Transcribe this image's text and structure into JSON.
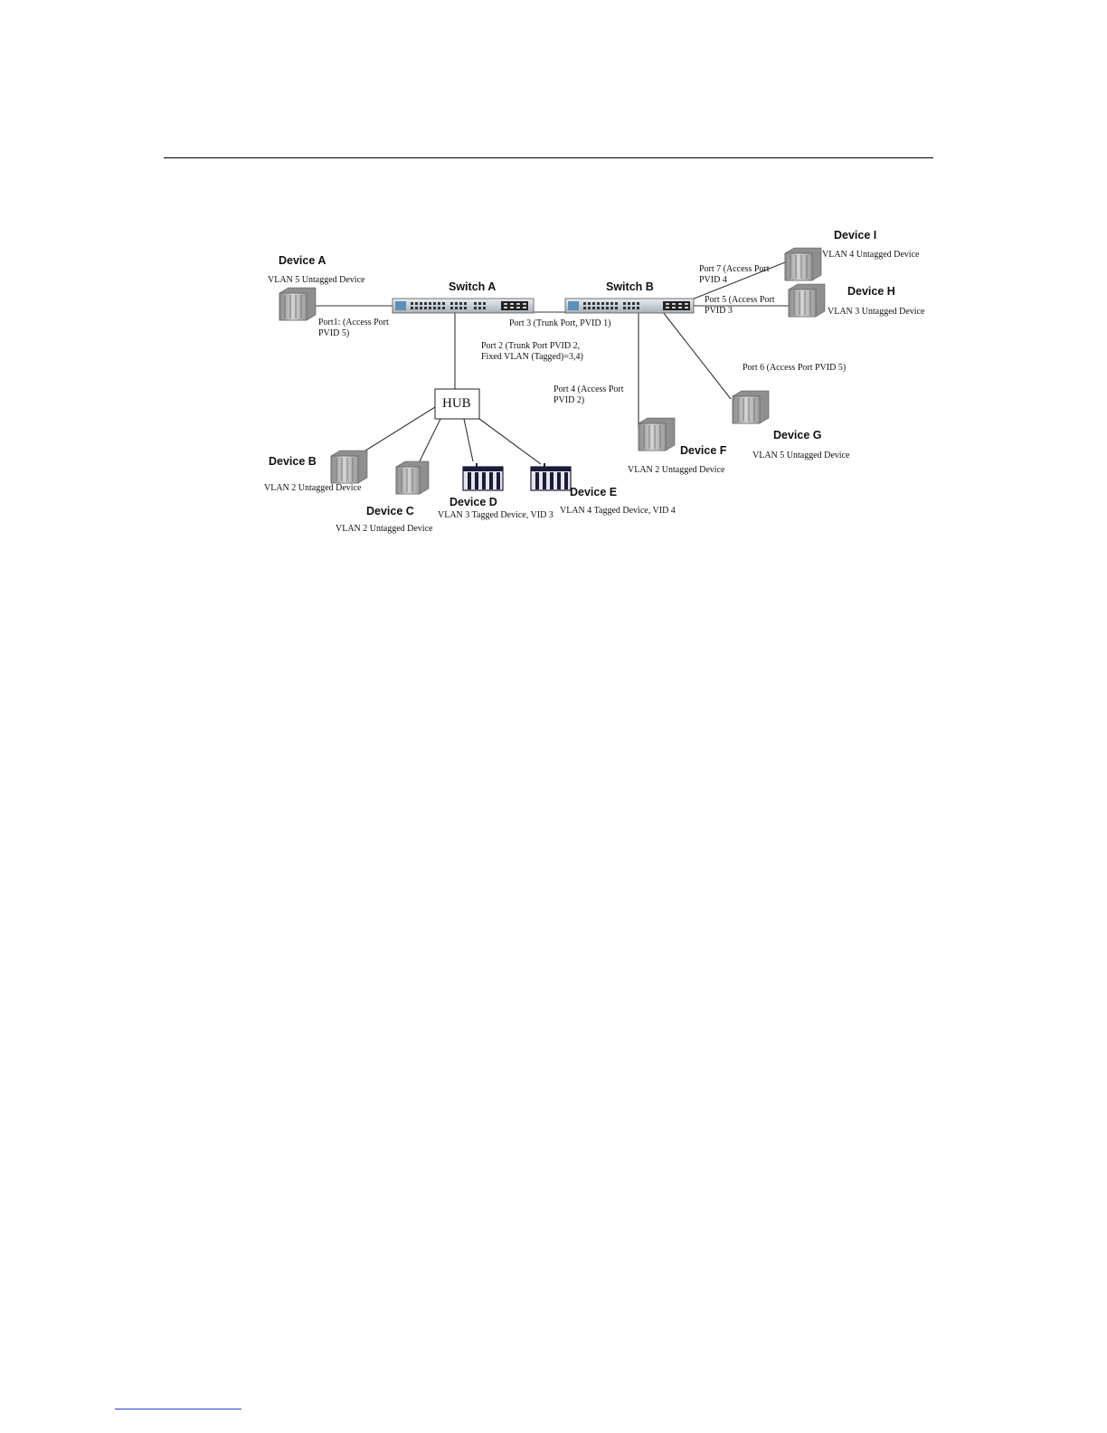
{
  "diagram": {
    "switches": [
      {
        "id": "switch-a",
        "label": "Switch A"
      },
      {
        "id": "switch-b",
        "label": "Switch B"
      }
    ],
    "hub": {
      "label": "HUB"
    },
    "devices": [
      {
        "id": "a",
        "name": "Device A",
        "desc": "VLAN 5 Untagged Device"
      },
      {
        "id": "b",
        "name": "Device B",
        "desc": "VLAN 2 Untagged Device"
      },
      {
        "id": "c",
        "name": "Device C",
        "desc": "VLAN 2 Untagged Device"
      },
      {
        "id": "d",
        "name": "Device D",
        "desc": "VLAN 3 Tagged Device, VID 3"
      },
      {
        "id": "e",
        "name": "Device E",
        "desc": "VLAN 4 Tagged Device, VID 4"
      },
      {
        "id": "f",
        "name": "Device F",
        "desc": "VLAN 2 Untagged Device"
      },
      {
        "id": "g",
        "name": "Device G",
        "desc": "VLAN 5 Untagged Device"
      },
      {
        "id": "h",
        "name": "Device H",
        "desc": "VLAN 3 Untagged Device"
      },
      {
        "id": "i",
        "name": "Device I",
        "desc": "VLAN 4 Untagged Device"
      }
    ],
    "ports": {
      "port1": [
        "Port1: (Access Port",
        "PVID 5)"
      ],
      "port2": [
        "Port 2 (Trunk Port PVID 2,",
        "Fixed VLAN (Tagged)=3,4)"
      ],
      "port3": [
        "Port 3 (Trunk Port, PVID 1)"
      ],
      "port4": [
        "Port 4 (Access Port",
        "PVID 2)"
      ],
      "port5": [
        "Port 5 (Access Port",
        "PVID 3"
      ],
      "port6": [
        "Port 6 (Access Port PVID 5)"
      ],
      "port7": [
        "Port 7 (Access Port",
        "PVID 4"
      ]
    }
  }
}
